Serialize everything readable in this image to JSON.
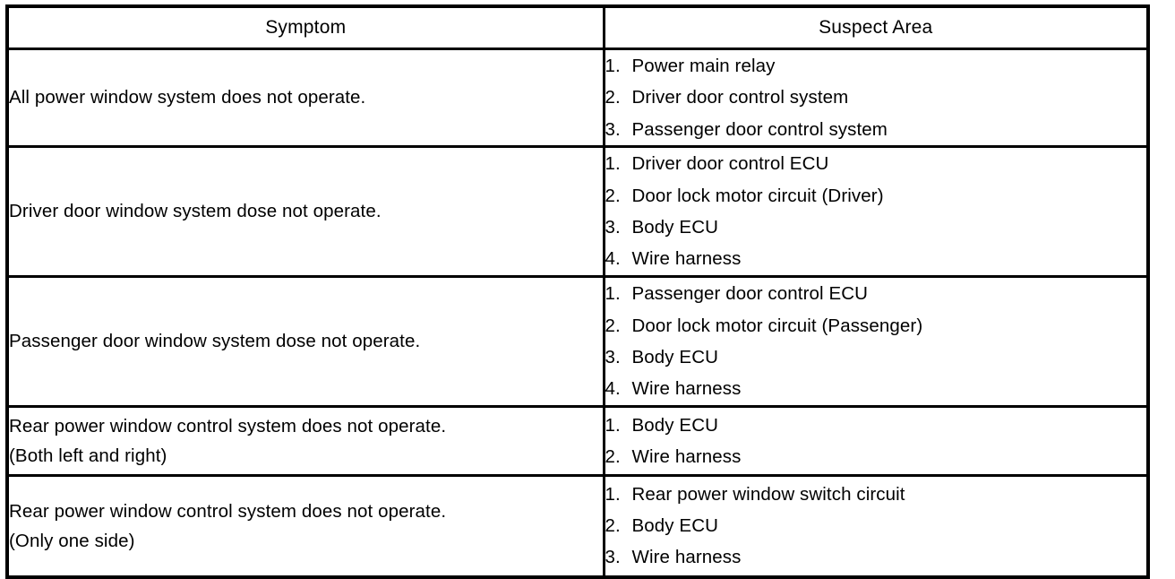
{
  "table": {
    "headers": {
      "symptom": "Symptom",
      "suspect_area": "Suspect Area"
    },
    "rows": [
      {
        "symptom_lines": [
          "All power window system does not operate."
        ],
        "suspects": [
          {
            "num": "1.",
            "text": "Power main relay"
          },
          {
            "num": "2.",
            "text": "Driver door control system"
          },
          {
            "num": "3.",
            "text": "Passenger door control system"
          }
        ]
      },
      {
        "symptom_lines": [
          "Driver door window system dose not operate."
        ],
        "suspects": [
          {
            "num": "1.",
            "text": "Driver door control ECU"
          },
          {
            "num": "2.",
            "text": "Door lock motor circuit (Driver)"
          },
          {
            "num": "3.",
            "text": "Body ECU"
          },
          {
            "num": "4.",
            "text": "Wire harness"
          }
        ]
      },
      {
        "symptom_lines": [
          "Passenger door window system dose not operate."
        ],
        "suspects": [
          {
            "num": "1.",
            "text": "Passenger door control ECU"
          },
          {
            "num": "2.",
            "text": "Door lock motor circuit (Passenger)"
          },
          {
            "num": "3.",
            "text": "Body ECU"
          },
          {
            "num": "4.",
            "text": "Wire harness"
          }
        ]
      },
      {
        "symptom_lines": [
          "Rear power window control system does not operate.",
          "(Both left and right)"
        ],
        "suspects": [
          {
            "num": "1.",
            "text": "Body ECU"
          },
          {
            "num": "2.",
            "text": "Wire harness"
          }
        ]
      },
      {
        "symptom_lines": [
          "Rear power window control system does not operate.",
          "(Only one side)"
        ],
        "suspects": [
          {
            "num": "1.",
            "text": "Rear power window switch circuit"
          },
          {
            "num": "2.",
            "text": "Body ECU"
          },
          {
            "num": "3.",
            "text": "Wire harness"
          }
        ]
      }
    ]
  },
  "colors": {
    "rule": "#000000",
    "page_background": "#ffffff",
    "text": "#000000"
  }
}
